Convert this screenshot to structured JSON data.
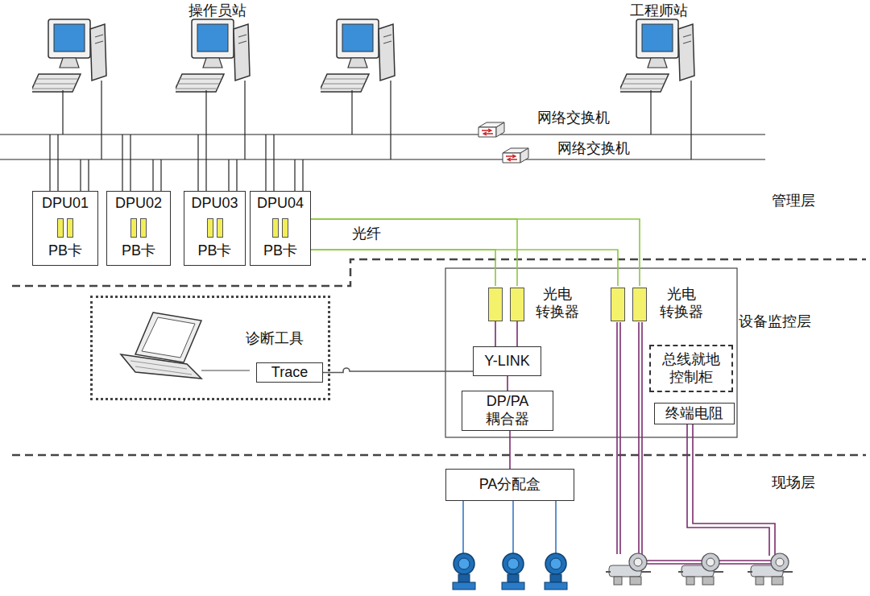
{
  "diagram": {
    "nodes": [
      {
        "text": [
          "DPU01",
          "PB卡"
        ]
      },
      {
        "text": [
          "DPU02",
          "PB卡"
        ]
      },
      {
        "text": [
          "DPU03",
          "PB卡"
        ]
      },
      {
        "text": [
          "DPU04",
          "PB卡"
        ]
      },
      {
        "text": [
          "光电 转换器"
        ]
      },
      {
        "text": [
          "光电 转换器"
        ]
      },
      {
        "text": [
          "Y-LINK"
        ]
      },
      {
        "text": [
          "DP/PA 耦合器"
        ]
      },
      {
        "text": [
          "总线就地 控制柜"
        ]
      },
      {
        "text": [
          "终端电阻"
        ]
      },
      {
        "text": [
          "诊断工具"
        ]
      },
      {
        "text": [
          "Trace"
        ],
        "in": 10
      },
      {
        "text": [
          "PA分配盒"
        ]
      }
    ],
    "edges": [
      {
        "from": 3,
        "to": 4,
        "arrow": "none"
      },
      {
        "from": 3,
        "to": 5,
        "arrow": "none"
      },
      {
        "from": 4,
        "to": 6,
        "arrow": "none"
      },
      {
        "from": 11,
        "to": 6,
        "arrow": "none"
      },
      {
        "from": 6,
        "to": 7,
        "arrow": "none"
      },
      {
        "from": 7,
        "to": 12,
        "arrow": "none"
      }
    ],
    "labels": [
      "操作员站",
      "工程师站",
      "网络交换机",
      "网络交换机",
      "光纤",
      "管理层",
      "设备监控层",
      "现场层"
    ]
  }
}
